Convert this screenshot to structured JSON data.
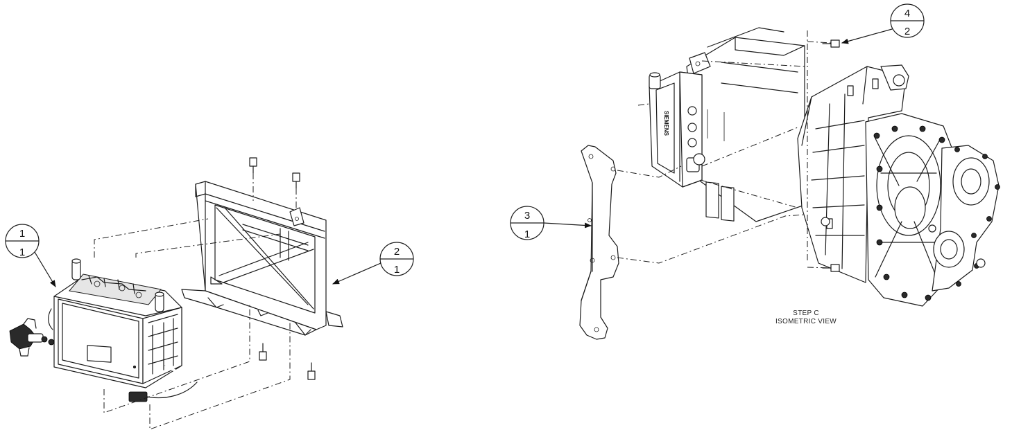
{
  "balloons": [
    {
      "id": "b1",
      "item": "1",
      "qty": "1"
    },
    {
      "id": "b2",
      "item": "2",
      "qty": "1"
    },
    {
      "id": "b3",
      "item": "3",
      "qty": "1"
    },
    {
      "id": "b4",
      "item": "4",
      "qty": "2"
    }
  ],
  "view": {
    "step": "STEP C",
    "name": "ISOMETRIC VIEW"
  },
  "controller_label": "SIEMENS"
}
